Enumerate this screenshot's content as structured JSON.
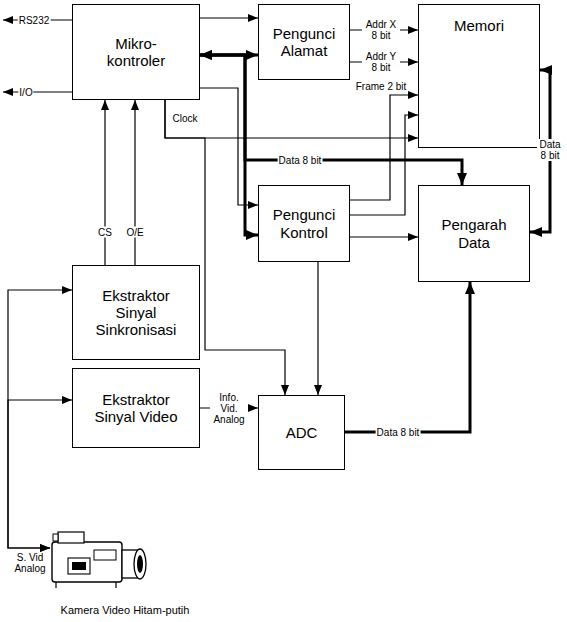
{
  "diagram": {
    "nodes": [
      {
        "text": [
          "Mikro- kontroler"
        ]
      },
      {
        "text": [
          "Pengunci Alamat"
        ]
      },
      {
        "text": [
          "Memori"
        ]
      },
      {
        "text": [
          "Pengunci Kontrol"
        ]
      },
      {
        "text": [
          "Pengarah Data"
        ]
      },
      {
        "text": [
          "Ekstraktor Sinyal Sinkronisasi"
        ]
      },
      {
        "text": [
          "Ekstraktor Sinyal Video"
        ]
      },
      {
        "text": [
          "ADC"
        ]
      },
      {
        "text": [
          "Kamera Video Hitam-putih"
        ]
      }
    ],
    "edges": [
      {
        "from": 0,
        "to": 1,
        "arrow": "to"
      },
      {
        "from": 0,
        "to": 1,
        "arrow": "both"
      },
      {
        "from": 0,
        "to": 3,
        "arrow": "both"
      },
      {
        "from": 0,
        "to": 3,
        "arrow": "to"
      },
      {
        "from": 0,
        "to": 4,
        "label": "Data 8 bit",
        "arrow": "to"
      },
      {
        "from": 0,
        "to": 2,
        "label": "Clock",
        "arrow": "to"
      },
      {
        "from": 0,
        "to": 7,
        "arrow": "to"
      },
      {
        "from": 1,
        "to": 2,
        "label": "Addr X 8 bit",
        "arrow": "to"
      },
      {
        "from": 1,
        "to": 2,
        "label": "Addr Y 8 bit",
        "arrow": "to"
      },
      {
        "from": 3,
        "to": 2,
        "label": "Frame 2 bit",
        "arrow": "to"
      },
      {
        "from": 3,
        "to": 2,
        "arrow": "to"
      },
      {
        "from": 3,
        "to": 4,
        "arrow": "to"
      },
      {
        "from": 3,
        "to": 7,
        "arrow": "to"
      },
      {
        "from": 2,
        "to": 4,
        "label": "Data 8 bit",
        "arrow": "both"
      },
      {
        "from": 7,
        "to": 4,
        "label": "Data 8 bit",
        "arrow": "to"
      },
      {
        "from": 5,
        "to": 0,
        "label": "CS",
        "arrow": "to"
      },
      {
        "from": 5,
        "to": 0,
        "label": "O/E",
        "arrow": "to"
      },
      {
        "from": 6,
        "to": 7,
        "label": "Info. Vid. Analog",
        "arrow": "to"
      },
      {
        "from": 8,
        "to": 5,
        "label": "S. Vid Analog",
        "arrow": "both"
      },
      {
        "from": 8,
        "to": 6,
        "arrow": "both"
      }
    ],
    "labels": [
      "RS232",
      "I/O"
    ]
  }
}
